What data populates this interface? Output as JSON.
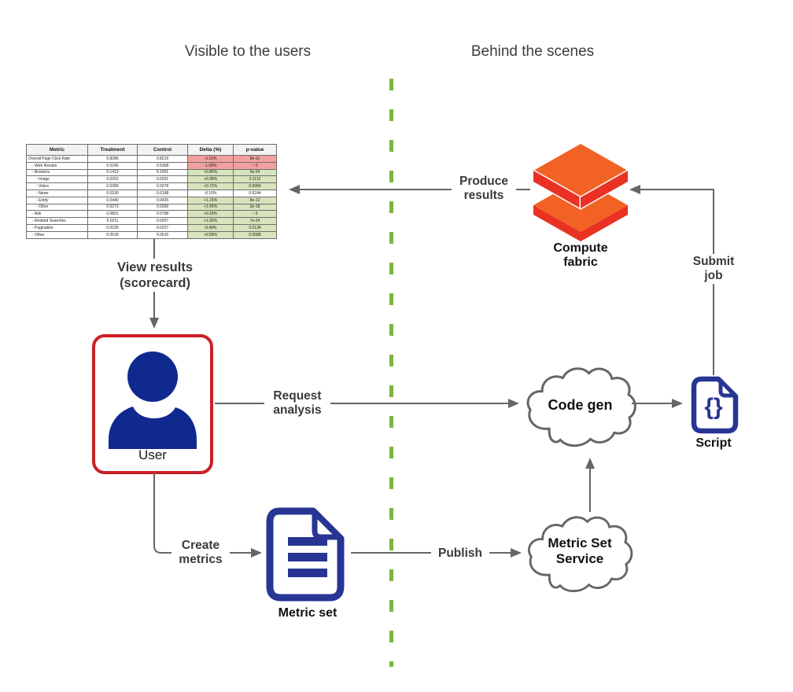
{
  "sections": {
    "left_title": "Visible to the users",
    "right_title": "Behind the scenes"
  },
  "scorecard": {
    "columns": [
      "Metric",
      "Treatment",
      "Control",
      "Delta (%)",
      "p-value"
    ],
    "rows": [
      {
        "metric": "Overall Page Click Rate",
        "indent": 0,
        "treatment": "0.8286",
        "control": "0.8219",
        "delta": "-0.16%",
        "p": "8e-11",
        "status": "neg"
      },
      {
        "metric": "- Web Results",
        "indent": 1,
        "treatment": "0.5245",
        "control": "0.5308",
        "delta": "-1.08%",
        "p": "~ 0",
        "status": "neg"
      },
      {
        "metric": "- Answers",
        "indent": 1,
        "treatment": "0.1413",
        "control": "0.1401",
        "delta": "+0.86%",
        "p": "5e-24",
        "status": "pos"
      },
      {
        "metric": "- Image",
        "indent": 2,
        "treatment": "0.0262",
        "control": "0.0261",
        "delta": "+0.38%",
        "p": "0.1112",
        "status": "pos"
      },
      {
        "metric": "- Video",
        "indent": 2,
        "treatment": "0.0280",
        "control": "0.0278",
        "delta": "+0.72%",
        "p": "0.0084",
        "status": "pos"
      },
      {
        "metric": "- News",
        "indent": 2,
        "treatment": "0.0190",
        "control": "0.0198",
        "delta": "-0.10%",
        "p": "0.6244",
        "status": "neu"
      },
      {
        "metric": "- Entity",
        "indent": 2,
        "treatment": "0.0440",
        "control": "0.0435",
        "delta": "+1.15%",
        "p": "8e-12",
        "status": "pos"
      },
      {
        "metric": "- Other",
        "indent": 2,
        "treatment": "0.0273",
        "control": "0.0269",
        "delta": "+1.49%",
        "p": "3e-18",
        "status": "pos"
      },
      {
        "metric": "- Ads",
        "indent": 1,
        "treatment": "0.0801",
        "control": "0.0798",
        "delta": "+0.18%",
        "p": "~ 0",
        "status": "pos"
      },
      {
        "metric": "- Related Searches",
        "indent": 1,
        "treatment": "0.0211",
        "control": "0.0207",
        "delta": "+1.93%",
        "p": "7e-24",
        "status": "pos"
      },
      {
        "metric": "- Pagination",
        "indent": 1,
        "treatment": "0.0226",
        "control": "0.0227",
        "delta": "-0.48%",
        "p": "0.0134",
        "status": "pos"
      },
      {
        "metric": "- Other",
        "indent": 1,
        "treatment": "0.0518",
        "control": "0.0515",
        "delta": "+0.58%",
        "p": "0.0088",
        "status": "pos"
      }
    ]
  },
  "nodes": {
    "user": {
      "label": "User"
    },
    "metric_set": {
      "label": "Metric set"
    },
    "compute_fabric": {
      "label_line1": "Compute",
      "label_line2": "fabric"
    },
    "script": {
      "label": "Script",
      "glyph": "{}"
    },
    "code_gen": {
      "label": "Code gen"
    },
    "metric_set_service": {
      "label_line1": "Metric Set",
      "label_line2": "Service"
    }
  },
  "edges": {
    "view_results": {
      "label_line1": "View results",
      "label_line2": "(scorecard)"
    },
    "produce_results": {
      "label_line1": "Produce",
      "label_line2": "results"
    },
    "submit_job": {
      "label_line1": "Submit",
      "label_line2": "job"
    },
    "request_analysis": {
      "label_line1": "Request",
      "label_line2": "analysis"
    },
    "create_metrics": {
      "label_line1": "Create",
      "label_line2": "metrics"
    },
    "publish": {
      "label": "Publish"
    }
  },
  "colors": {
    "divider_green": "#7CB342",
    "connector_gray": "#666666",
    "doc_navy": "#283594",
    "user_icon_blue": "#10298E",
    "user_border_red": "#CB2026",
    "fabric_orange": "#F26224",
    "fabric_red": "#E93223",
    "cell_negative": "#F2A09E",
    "cell_positive": "#D7E4BC"
  }
}
